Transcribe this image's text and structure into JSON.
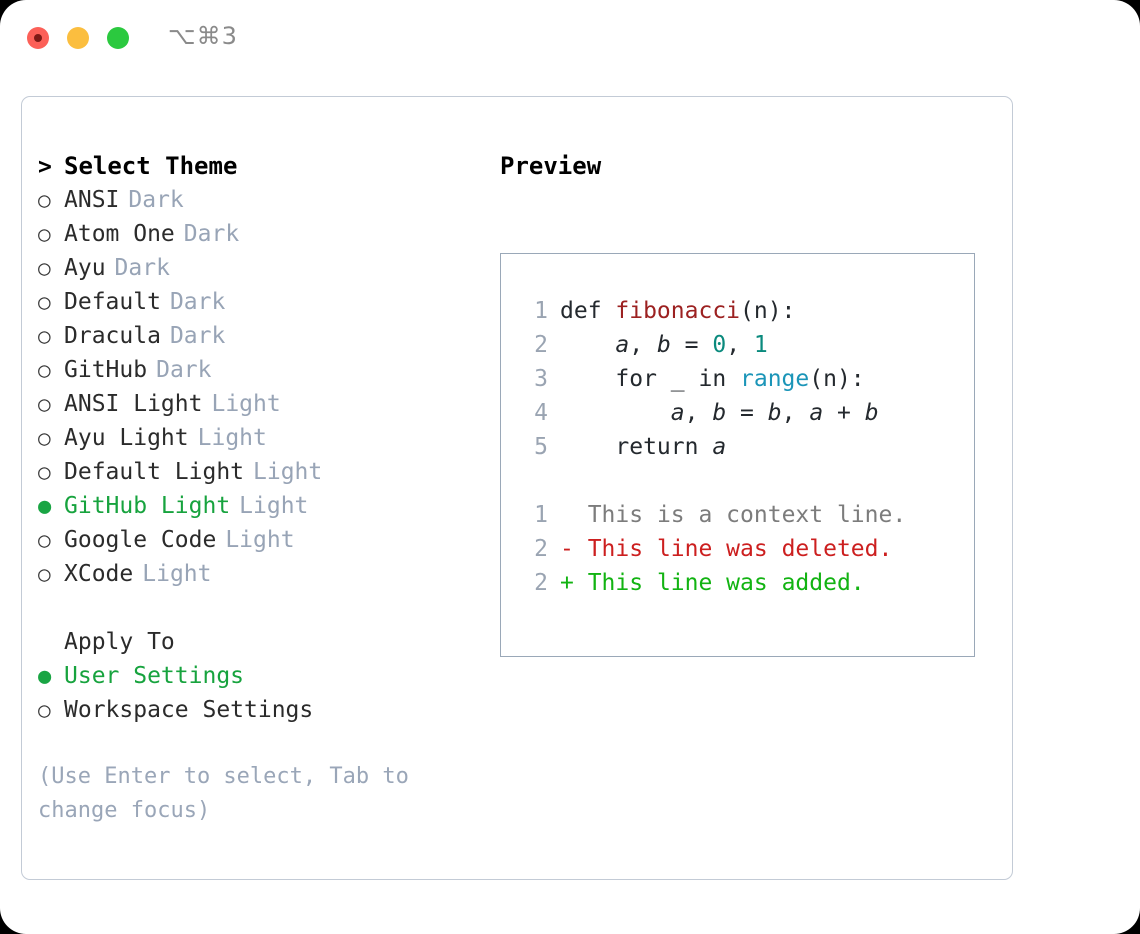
{
  "titlebar": {
    "shortcut": "⌥⌘3",
    "buttons": [
      {
        "name": "close",
        "color": "#fc6058"
      },
      {
        "name": "minimize",
        "color": "#fbbe3f"
      },
      {
        "name": "zoom",
        "color": "#2bc93f"
      }
    ]
  },
  "theme_picker": {
    "prompt": ">",
    "header": "Select Theme",
    "selected_index": 9,
    "items": [
      {
        "bullet": "○",
        "name": "ANSI",
        "tag": "Dark",
        "selected": false
      },
      {
        "bullet": "○",
        "name": "Atom One",
        "tag": "Dark",
        "selected": false
      },
      {
        "bullet": "○",
        "name": "Ayu",
        "tag": "Dark",
        "selected": false
      },
      {
        "bullet": "○",
        "name": "Default",
        "tag": "Dark",
        "selected": false
      },
      {
        "bullet": "○",
        "name": "Dracula",
        "tag": "Dark",
        "selected": false
      },
      {
        "bullet": "○",
        "name": "GitHub",
        "tag": "Dark",
        "selected": false
      },
      {
        "bullet": "○",
        "name": "ANSI Light",
        "tag": "Light",
        "selected": false
      },
      {
        "bullet": "○",
        "name": "Ayu Light",
        "tag": "Light",
        "selected": false
      },
      {
        "bullet": "○",
        "name": "Default Light",
        "tag": "Light",
        "selected": false
      },
      {
        "bullet": "●",
        "name": "GitHub Light",
        "tag": "Light",
        "selected": true
      },
      {
        "bullet": "○",
        "name": "Google Code",
        "tag": "Light",
        "selected": false
      },
      {
        "bullet": "○",
        "name": "XCode",
        "tag": "Light",
        "selected": false
      }
    ]
  },
  "apply_to": {
    "label": "Apply To",
    "options": [
      {
        "bullet": "●",
        "name": "User Settings",
        "selected": true
      },
      {
        "bullet": "○",
        "name": "Workspace Settings",
        "selected": false
      }
    ]
  },
  "hint": "(Use Enter to select, Tab to change focus)",
  "preview": {
    "title": "Preview",
    "code_lines": [
      {
        "number": "1",
        "tokens": [
          {
            "t": "def ",
            "c": "kw"
          },
          {
            "t": "fibonacci",
            "c": "fn"
          },
          {
            "t": "(n):",
            "c": "pl"
          }
        ]
      },
      {
        "number": "2",
        "tokens": [
          {
            "t": "    ",
            "c": "pl"
          },
          {
            "t": "a",
            "c": "var"
          },
          {
            "t": ", ",
            "c": "pl"
          },
          {
            "t": "b",
            "c": "var"
          },
          {
            "t": " = ",
            "c": "pl"
          },
          {
            "t": "0",
            "c": "num"
          },
          {
            "t": ", ",
            "c": "pl"
          },
          {
            "t": "1",
            "c": "num"
          }
        ]
      },
      {
        "number": "3",
        "tokens": [
          {
            "t": "    for _ in ",
            "c": "kw"
          },
          {
            "t": "range",
            "c": "call"
          },
          {
            "t": "(n):",
            "c": "pl"
          }
        ]
      },
      {
        "number": "4",
        "tokens": [
          {
            "t": "        ",
            "c": "pl"
          },
          {
            "t": "a",
            "c": "var"
          },
          {
            "t": ", ",
            "c": "pl"
          },
          {
            "t": "b",
            "c": "var"
          },
          {
            "t": " = ",
            "c": "pl"
          },
          {
            "t": "b",
            "c": "var"
          },
          {
            "t": ", ",
            "c": "pl"
          },
          {
            "t": "a",
            "c": "var"
          },
          {
            "t": " + ",
            "c": "pl"
          },
          {
            "t": "b",
            "c": "var"
          }
        ]
      },
      {
        "number": "5",
        "tokens": [
          {
            "t": "    return ",
            "c": "kw"
          },
          {
            "t": "a",
            "c": "var"
          }
        ]
      }
    ],
    "diff_lines": [
      {
        "number": "1",
        "marker": " ",
        "text": "This is a context line.",
        "kind": "ctx"
      },
      {
        "number": "2",
        "marker": "-",
        "text": "This line was deleted.",
        "kind": "del"
      },
      {
        "number": "2",
        "marker": "+",
        "text": "This line was added.",
        "kind": "add"
      }
    ]
  },
  "colors": {
    "accent_green": "#17a33e",
    "tag_muted": "#98a4b6",
    "hint": "#9aa6b8",
    "panel_border": "#c3cbd6",
    "preview_border": "#9aa8b8",
    "diff_added": "#12b312",
    "diff_deleted": "#cc1f1f",
    "syntax_function": "#9c2121",
    "syntax_number": "#0a8a7d",
    "syntax_call": "#1b95b8"
  }
}
